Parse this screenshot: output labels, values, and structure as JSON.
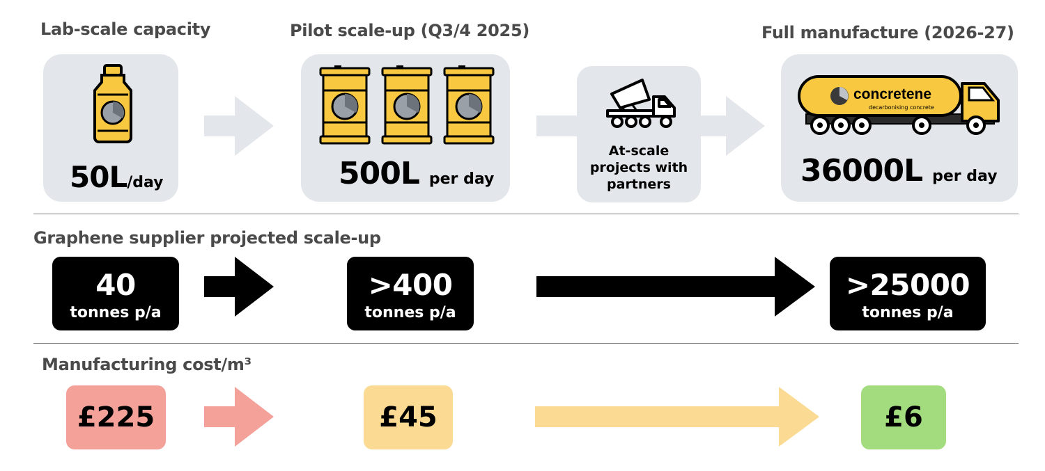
{
  "stages": {
    "lab": {
      "heading": "Lab-scale capacity",
      "value": "50L",
      "unit": "/day"
    },
    "pilot": {
      "heading": "Pilot scale-up (Q3/4 2025)",
      "value": "500L",
      "unit": "per day"
    },
    "partners": {
      "text": "At-scale projects with partners"
    },
    "full": {
      "heading": "Full manufacture (2026-27)",
      "value": "36000L",
      "unit": "per day",
      "tanker_brand": "concretene",
      "tanker_tagline": "decarbonising concrete"
    }
  },
  "graphene": {
    "heading": "Graphene supplier projected scale-up",
    "items": [
      {
        "value": "40",
        "unit": "tonnes p/a"
      },
      {
        "value": ">400",
        "unit": "tonnes p/a"
      },
      {
        "value": ">25000",
        "unit": "tonnes p/a"
      }
    ]
  },
  "cost": {
    "heading": "Manufacturing cost/m³",
    "items": [
      {
        "value": "£225",
        "color": "#f4a19a"
      },
      {
        "value": "£45",
        "color": "#fbdb94"
      },
      {
        "value": "£6",
        "color": "#a3dc7f"
      }
    ]
  },
  "colors": {
    "card": "#e3e6ea",
    "gray_arrow": "#e3e6ea",
    "yellow": "#f8c840",
    "black": "#000000",
    "cost_red_arrow": "#f4a19a",
    "cost_yellow_arrow": "#fbdb94"
  }
}
